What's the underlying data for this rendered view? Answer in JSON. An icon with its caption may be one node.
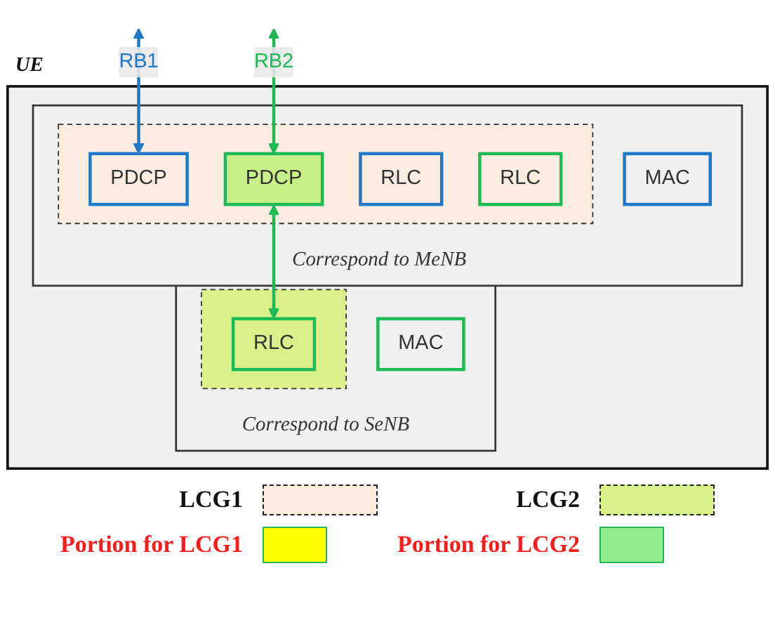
{
  "diagram": {
    "nodes": [
      {
        "text": [
          "UE"
        ]
      },
      {
        "text": [
          "Correspond to MeNB"
        ],
        "in": 0
      },
      {
        "text": [],
        "shape": "box",
        "in": 1
      },
      {
        "text": [
          "PDCP"
        ],
        "in": 2
      },
      {
        "text": [
          "PDCP"
        ],
        "in": 2
      },
      {
        "text": [
          "RLC"
        ],
        "in": 2
      },
      {
        "text": [
          "RLC"
        ],
        "in": 2
      },
      {
        "text": [
          "MAC"
        ],
        "in": 1
      },
      {
        "text": [
          "Correspond to SeNB"
        ],
        "in": 0
      },
      {
        "text": [],
        "shape": "box",
        "in": 8
      },
      {
        "text": [
          "RLC"
        ],
        "in": 9
      },
      {
        "text": [
          "MAC"
        ],
        "in": 8
      }
    ],
    "edges": [
      {
        "from": null,
        "to": 3,
        "arrow": "both",
        "label": "RB1",
        "color": "#1f78c8"
      },
      {
        "from": null,
        "to": 4,
        "arrow": "both",
        "label": "RB2",
        "color": "#1db954"
      },
      {
        "from": 4,
        "to": 10,
        "arrow": "both",
        "color": "#1db954"
      }
    ],
    "legend": [
      {
        "text": "LCG1",
        "color": "#fbece0"
      },
      {
        "text": "LCG2",
        "color": "#d9f08a"
      },
      {
        "text": "Portion for LCG1",
        "color": "#ffff00"
      },
      {
        "text": "Portion for LCG2",
        "color": "#90ee90"
      }
    ]
  }
}
